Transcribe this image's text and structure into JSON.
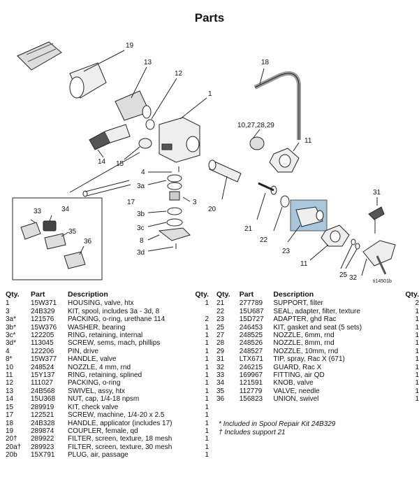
{
  "page": {
    "title": "Parts"
  },
  "diagram": {
    "figure_id": "ti14501b",
    "callouts": [
      "19",
      "13",
      "12",
      "18",
      "1",
      "10,27,28,29",
      "11",
      "14",
      "15",
      "4",
      "3a",
      "17",
      "3",
      "20",
      "31",
      "33",
      "34",
      "35",
      "36",
      "3b",
      "3c",
      "8",
      "3d",
      "21",
      "22",
      "23",
      "11",
      "25",
      "32"
    ]
  },
  "table_left": {
    "headers": [
      "Qty.",
      "Part",
      "Description",
      "Qty."
    ],
    "rows": [
      [
        "1",
        "15W371",
        "HOUSING, valve, htx",
        "1"
      ],
      [
        "3",
        "24B329",
        "KIT, spool, includes 3a - 3d, 8",
        ""
      ],
      [
        "3a*",
        "121576",
        "PACKING, o-ring, urethane 114",
        "2"
      ],
      [
        "3b*",
        "15W376",
        "WASHER, bearing",
        "1"
      ],
      [
        "3c*",
        "122205",
        "RING, retaining, internal",
        "1"
      ],
      [
        "3d*",
        "113045",
        "SCREW, sems, mach, phillips",
        "1"
      ],
      [
        "4",
        "122206",
        "PIN, drive",
        "1"
      ],
      [
        "8*",
        "15W377",
        "HANDLE, valve",
        "1"
      ],
      [
        "10",
        "248524",
        "NOZZLE, 4 mm, rnd",
        "1"
      ],
      [
        "11",
        "15Y137",
        "RING, retaining, splined",
        "1"
      ],
      [
        "12",
        "111027",
        "PACKING, o-ring",
        "1"
      ],
      [
        "13",
        "24B568",
        "SWIVEL, assy, htx",
        "1"
      ],
      [
        "14",
        "15U368",
        "NUT, cap, 1/4-18 npsm",
        "1"
      ],
      [
        "15",
        "289919",
        "KIT, check valve",
        "1"
      ],
      [
        "17",
        "122521",
        "SCREW, machine, 1/4-20 x 2.5",
        "1"
      ],
      [
        "18",
        "24B328",
        "HANDLE, applicator (includes 17)",
        "1"
      ],
      [
        "19",
        "289874",
        "COUPLER, female, qd",
        "1"
      ],
      [
        "20†",
        "289922",
        "FILTER, screen, texture, 18 mesh",
        "1"
      ],
      [
        "20a†",
        "289923",
        "FILTER, screen, texture, 30 mesh",
        "1"
      ],
      [
        "20b",
        "15X791",
        "PLUG, air, passage",
        "1"
      ]
    ]
  },
  "table_right": {
    "headers": [
      "Qty.",
      "Part",
      "Description",
      "Qty."
    ],
    "rows": [
      [
        "21",
        "277789",
        "SUPPORT, filter",
        "2"
      ],
      [
        "22",
        "15U687",
        "SEAL, adapter, filter, texture",
        "1"
      ],
      [
        "23",
        "15D727",
        "ADAPTER, ghd Rac",
        "1"
      ],
      [
        "25",
        "246453",
        "KIT, gasket and seat (5 sets)",
        "1"
      ],
      [
        "27",
        "248525",
        "NOZZLE, 6mm, rnd",
        "1"
      ],
      [
        "28",
        "248526",
        "NOZZLE, 8mm, rnd",
        "1"
      ],
      [
        "29",
        "248527",
        "NOZZLE, 10mm, rnd",
        "1"
      ],
      [
        "31",
        "LTX671",
        "TIP, spray, Rac X (671)",
        "1"
      ],
      [
        "32",
        "246215",
        "GUARD, Rac X",
        "1"
      ],
      [
        "33",
        "169967",
        "FITTING, air QD",
        "1"
      ],
      [
        "34",
        "121591",
        "KNOB, valve",
        "1"
      ],
      [
        "35",
        "112779",
        "VALVE, needle",
        "1"
      ],
      [
        "36",
        "156823",
        "UNION, swivel",
        "1"
      ]
    ]
  },
  "notes": [
    "* Included in Spool Repair Kit 24B329",
    "† Includes support 21"
  ]
}
